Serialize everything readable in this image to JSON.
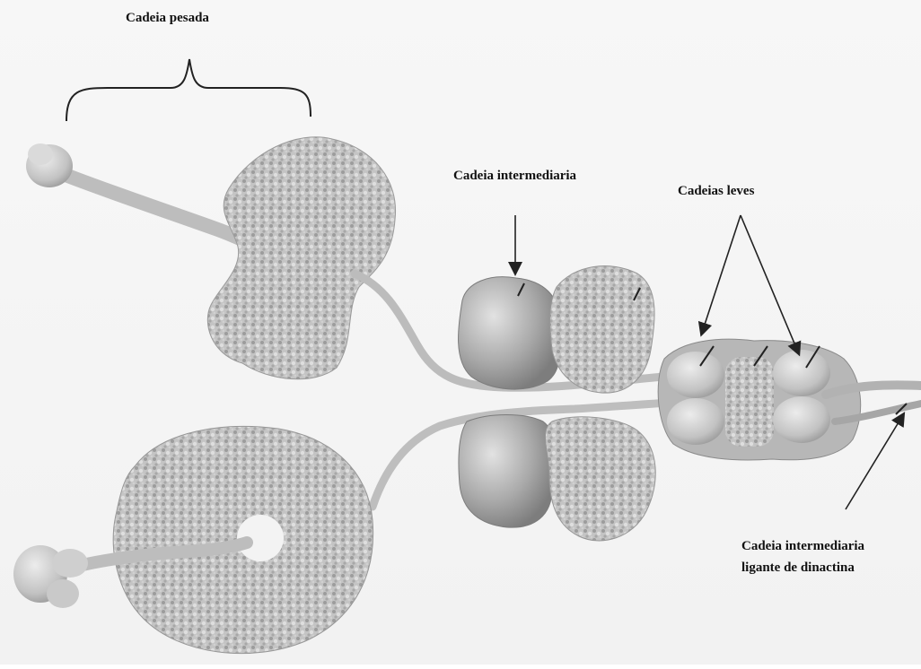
{
  "labels": {
    "heavy_chain": "Cadeia pesada",
    "intermediate_chain": "Cadeia intermediaria",
    "light_chains": "Cadeias leves",
    "dynactin_binding_line1": "Cadeia intermediaria",
    "dynactin_binding_line2": "ligante de dinactina"
  },
  "colors": {
    "background": "#f4f4f4",
    "protein_light": "#d9d9d9",
    "protein_mid": "#b8b8b8",
    "protein_dark": "#8f8f8f",
    "text": "#111111",
    "arrow": "#222222"
  }
}
